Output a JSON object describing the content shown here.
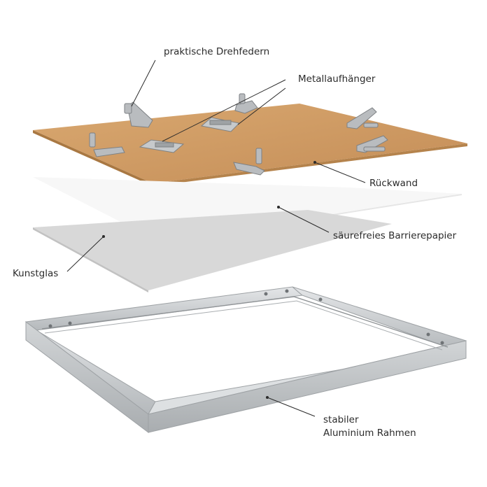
{
  "labels": {
    "springs": "praktische Drehfedern",
    "hangers": "Metallaufhänger",
    "backboard": "Rückwand",
    "barrier_paper": "säurefreies Barrierepapier",
    "acrylic": "Kunstglas",
    "frame_line1": "stabiler",
    "frame_line2": "Aluminium Rahmen"
  },
  "colors": {
    "backboard": "#cf9a62",
    "paper": "#f7f7f7",
    "acrylic": "#d8d8d8",
    "aluminium": "#c9ccce",
    "leader_line": "#2b2b2b"
  }
}
